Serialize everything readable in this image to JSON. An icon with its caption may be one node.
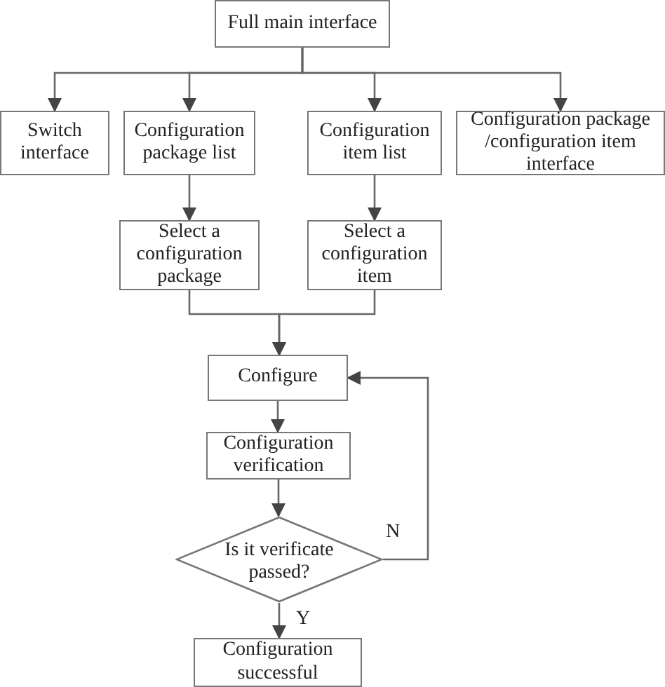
{
  "diagram": {
    "nodes": [
      {
        "text": [
          "Full main interface"
        ]
      },
      {
        "text": [
          "Switch interface"
        ]
      },
      {
        "text": [
          "Configuration package list"
        ]
      },
      {
        "text": [
          "Configuration item list"
        ]
      },
      {
        "text": [
          "Configuration package /configuration item interface"
        ]
      },
      {
        "text": [
          "Select a configuration package"
        ]
      },
      {
        "text": [
          "Select a configuration item"
        ]
      },
      {
        "text": [
          "Configure"
        ]
      },
      {
        "text": [
          "Configuration verification"
        ]
      },
      {
        "text": [
          "Is it verificate passed?"
        ]
      },
      {
        "text": [
          "Configuration successful"
        ]
      }
    ],
    "edges": [
      {
        "from": 0,
        "to": 1,
        "arrow": "to"
      },
      {
        "from": 0,
        "to": 2,
        "arrow": "to"
      },
      {
        "from": 0,
        "to": 3,
        "arrow": "to"
      },
      {
        "from": 0,
        "to": 4,
        "arrow": "to"
      },
      {
        "from": 2,
        "to": 5,
        "arrow": "to"
      },
      {
        "from": 3,
        "to": 6,
        "arrow": "to"
      },
      {
        "from": 5,
        "to": 7,
        "arrow": "to"
      },
      {
        "from": 6,
        "to": 7,
        "arrow": "to"
      },
      {
        "from": 7,
        "to": 8,
        "arrow": "to"
      },
      {
        "from": 8,
        "to": 9,
        "arrow": "to"
      },
      {
        "from": 9,
        "to": 7,
        "arrow": "to",
        "label": "N"
      },
      {
        "from": 9,
        "to": 10,
        "arrow": "to",
        "label": "Y"
      }
    ]
  }
}
